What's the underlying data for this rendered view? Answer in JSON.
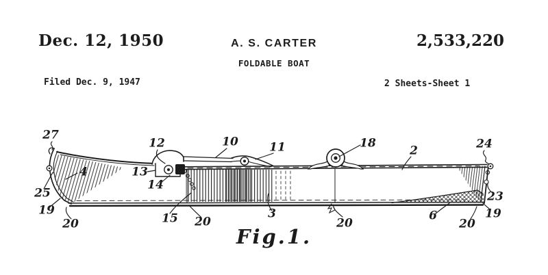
{
  "header": {
    "date": "Dec. 12, 1950",
    "inventor": "A. S. CARTER",
    "patent_number": "2,533,220",
    "title": "FOLDABLE BOAT",
    "filed": "Filed Dec. 9, 1947",
    "sheet_info": "2 Sheets-Sheet 1"
  },
  "figure": {
    "caption": "Fig.1.",
    "labels": [
      {
        "text": "27"
      },
      {
        "text": "12"
      },
      {
        "text": "10"
      },
      {
        "text": "11"
      },
      {
        "text": "18"
      },
      {
        "text": "2"
      },
      {
        "text": "24"
      },
      {
        "text": "13"
      },
      {
        "text": "4"
      },
      {
        "text": "14"
      },
      {
        "text": "25"
      },
      {
        "text": "19"
      },
      {
        "text": "20"
      },
      {
        "text": "15"
      },
      {
        "text": "20"
      },
      {
        "text": "3"
      },
      {
        "text": "20"
      },
      {
        "text": "6"
      },
      {
        "text": "20"
      },
      {
        "text": "23"
      },
      {
        "text": "19"
      }
    ]
  },
  "colors": {
    "ink": "#1c1c1c",
    "paper": "#ffffff"
  }
}
